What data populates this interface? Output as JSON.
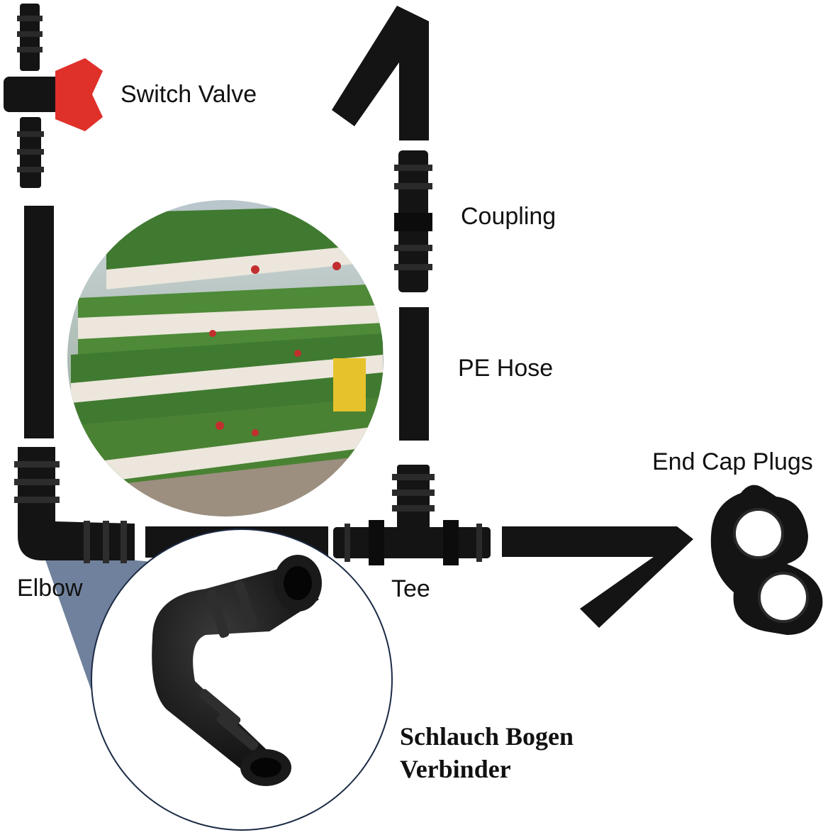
{
  "labels": {
    "switch_valve": "Switch Valve",
    "coupling": "Coupling",
    "pe_hose": "PE Hose",
    "end_cap_plugs": "End Cap Plugs",
    "elbow": "Elbow",
    "tee": "Tee",
    "callout_line1": "Schlauch Bogen",
    "callout_line2": "Verbinder"
  },
  "colors": {
    "fitting": "#141414",
    "valve_handle": "#e0302a",
    "callout_wedge": "#5f7391",
    "plant_green": "#3f7a30",
    "pipe_white": "#ece6dc"
  }
}
